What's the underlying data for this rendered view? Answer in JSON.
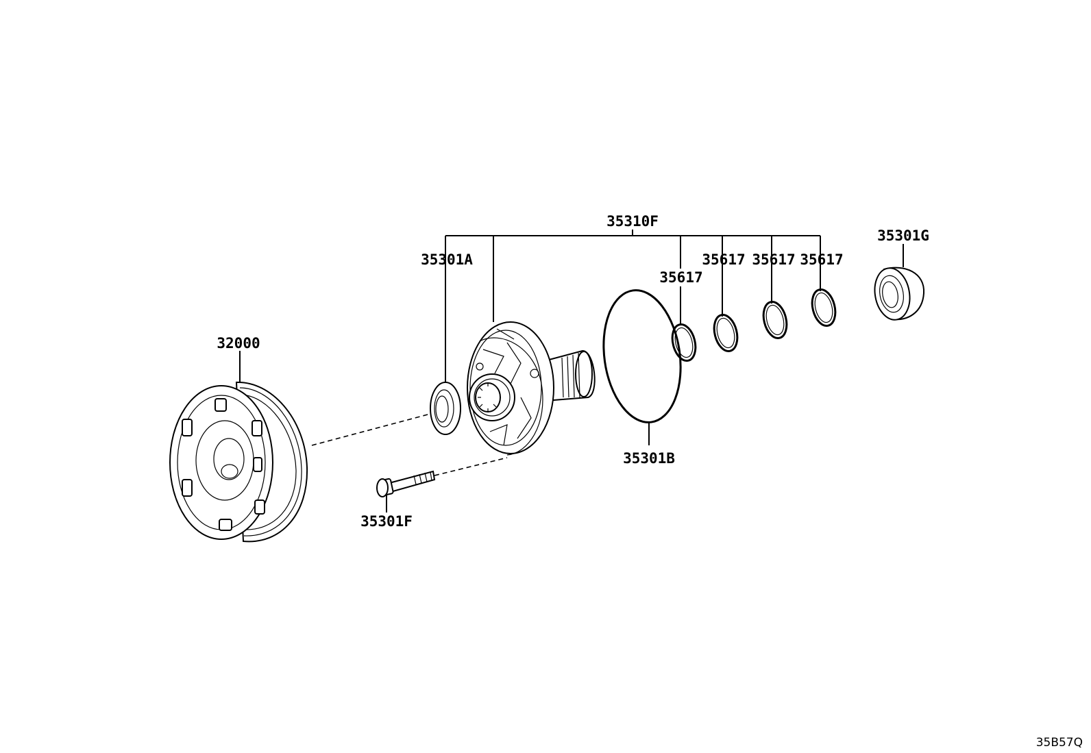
{
  "diagram": {
    "code": "35B57Q",
    "callouts": {
      "assembly": "35310F",
      "torque_converter": "32000",
      "oil_seal_front": "35301A",
      "bolt": "35301F",
      "o_ring": "35301B",
      "bearing": "35301G",
      "ring_1": "35617",
      "ring_2": "35617",
      "ring_3": "35617",
      "ring_4": "35617"
    }
  }
}
